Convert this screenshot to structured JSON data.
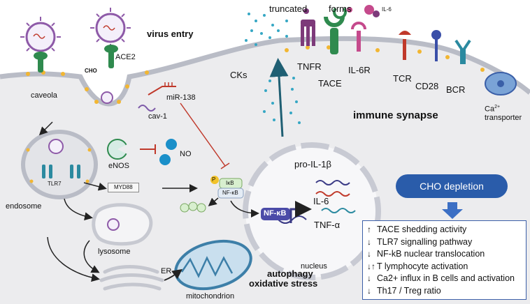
{
  "labels": {
    "virus_entry": "virus entry",
    "ace2": "ACE2",
    "cho": "CHO",
    "caveola": "caveola",
    "cav1": "cav-1",
    "mir138": "miR-138",
    "enos": "eNOS",
    "no": "NO",
    "tlr7": "TLR7",
    "endosome": "endosome",
    "myd88": "MYD88",
    "ikb": "IκB",
    "nfkb_small": "NF-κB",
    "p": "P",
    "lysosome": "lysosome",
    "er": "ER",
    "mitochondrion": "mitochondrion",
    "autophagy": "autophagy",
    "oxidative_stress": "oxidative stress",
    "nucleus": "nucleus",
    "nfkb_nucleus": "NF-κB",
    "pro_il1b": "pro-IL-1β",
    "il6_gene": "IL-6",
    "tnfa": "TNF-α",
    "cks": "CKs",
    "truncated": "truncated",
    "forms": "forms",
    "il6_top": "IL-6",
    "tnfr": "TNFR",
    "tace": "TACE",
    "il6r": "IL-6R",
    "tcr": "TCR",
    "cd28": "CD28",
    "bcr": "BCR",
    "ca_transporter_1": "Ca",
    "ca_sup": "2+",
    "ca_transporter_2": "transporter",
    "immune_synapse": "immune synapse"
  },
  "cho_depletion": "CHO depletion",
  "effects": [
    {
      "arrow": "↑",
      "text": "TACE shedding activity"
    },
    {
      "arrow": "↓",
      "text": "TLR7 signalling pathway"
    },
    {
      "arrow": "↓",
      "text": "NF-kB nuclear translocation"
    },
    {
      "arrow": "↓↑",
      "text": "T lymphocyte activation"
    },
    {
      "arrow": "↓",
      "text": "Ca2+ influx in B cells and activation"
    },
    {
      "arrow": "↓",
      "text": "Th17 / Treg ratio"
    }
  ],
  "colors": {
    "cell_fill": "#ececee",
    "membrane": "#b9bcc6",
    "accent_blue": "#2a5caa",
    "virus_purple": "#8e5aa8",
    "ace2_green": "#2f8a4e",
    "lipid_yellow": "#f2b632",
    "inhibit_red": "#c0392b",
    "no_blue": "#1a8fc9"
  }
}
